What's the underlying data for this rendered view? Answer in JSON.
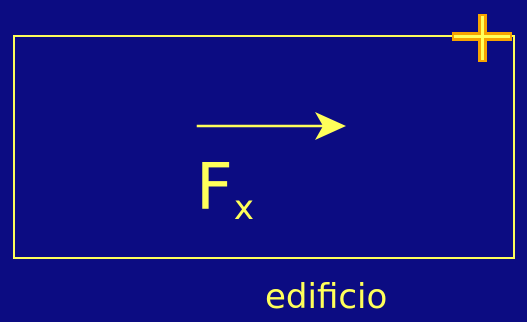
{
  "diagram": {
    "force": {
      "symbol": "F",
      "subscript": "x"
    },
    "caption": "edificio"
  },
  "colors": {
    "background": "#0c0c82",
    "line": "#ffff5a",
    "crosshair_outer": "#f7a400",
    "crosshair_inner": "#ffff5a"
  },
  "icons": {
    "arrow": "right-arrow-icon",
    "marker": "crosshair-icon"
  }
}
